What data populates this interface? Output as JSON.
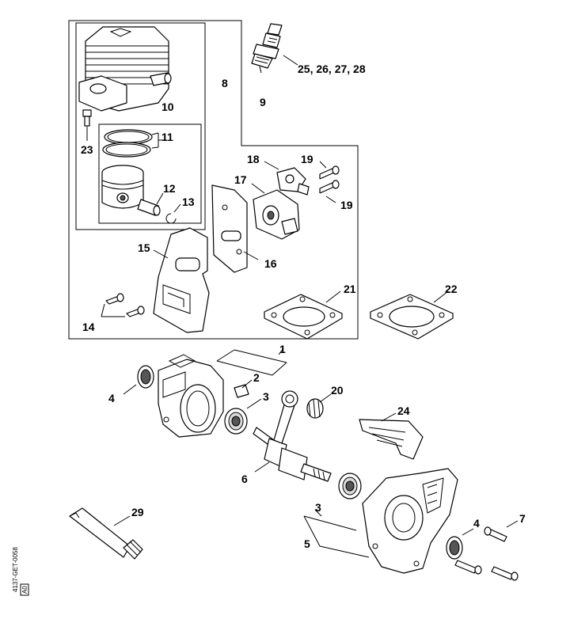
{
  "diagram": {
    "labels": {
      "l1": "1",
      "l2": "2",
      "l3a": "3",
      "l3b": "3",
      "l4a": "4",
      "l4b": "4",
      "l5": "5",
      "l6": "6",
      "l7": "7",
      "l8": "8",
      "l9": "9",
      "l10": "10",
      "l11": "11",
      "l12": "12",
      "l13": "13",
      "l14": "14",
      "l15": "15",
      "l16": "16",
      "l17": "17",
      "l18": "18",
      "l19a": "19",
      "l19b": "19",
      "l20": "20",
      "l21": "21",
      "l22": "22",
      "l23": "23",
      "l24": "24",
      "l25_28": "25, 26, 27, 28",
      "l29": "29"
    },
    "side_code": "4137-GET-0058",
    "side_stamp": "A0"
  }
}
